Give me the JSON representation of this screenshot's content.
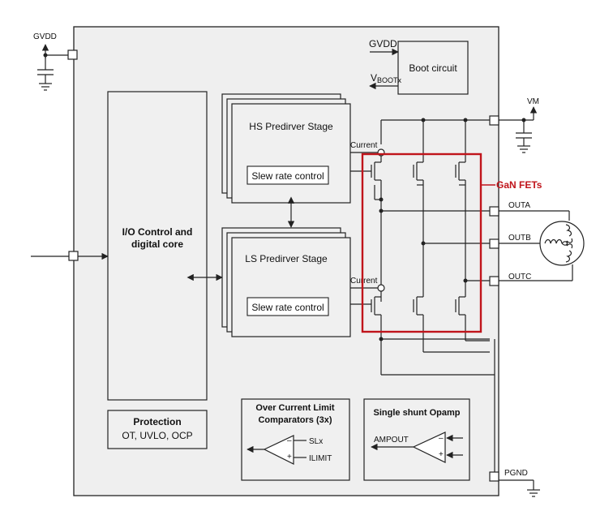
{
  "colors": {
    "highlight": "#c0141b",
    "chip_fill": "#efefef",
    "line": "#222222"
  },
  "pins": {
    "gvdd": "GVDD",
    "vm": "VM",
    "outa": "OUTA",
    "outb": "OUTB",
    "outc": "OUTC",
    "pgnd": "PGND"
  },
  "blocks": {
    "io_control": [
      "I/O Control and",
      "digital core"
    ],
    "protection_title": "Protection",
    "protection_sub": "OT, UVLO, OCP",
    "boot_circuit": "Boot circuit",
    "boot_gvdd": "GVDD",
    "boot_vboot_main": "V",
    "boot_vboot_sub": "BOOTx",
    "hs_stage": "HS Predirver Stage",
    "ls_stage": "LS Predirver Stage",
    "slew_rate": "Slew rate control",
    "current": "Current",
    "gan_fets": "GaN FETs",
    "ocl_title": [
      "Over Current Limit",
      "Comparators (3x)"
    ],
    "ocl_slx": "SLx",
    "ocl_ilimit": "ILIMIT",
    "opamp_title": "Single shunt Opamp",
    "opamp_out": "AMPOUT"
  },
  "icons": [
    "arrow-icon",
    "capacitor-icon",
    "ground-icon",
    "motor-icon",
    "fet-icon",
    "comparator-icon",
    "opamp-icon"
  ]
}
